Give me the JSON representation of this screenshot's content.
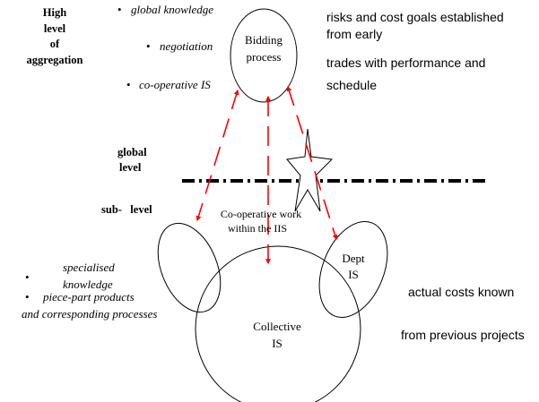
{
  "left_top": {
    "heading_lines": [
      "High",
      "level",
      "of",
      "aggregation"
    ],
    "bullet_glyph": "•",
    "bullets": [
      "global knowledge",
      "negotiation",
      "co-operative IS"
    ]
  },
  "right_top": {
    "lines": [
      "risks and cost goals established",
      "from early",
      "trades with performance and",
      "schedule"
    ]
  },
  "bidding": {
    "lines": [
      "Bidding",
      "process"
    ]
  },
  "global_level": {
    "lines": [
      "global",
      "level"
    ]
  },
  "sub_level": {
    "label": "sub-   level"
  },
  "coop_work": {
    "lines": [
      "Co-operative work",
      "within the IIS"
    ]
  },
  "dept": {
    "lines": [
      "Dept",
      "IS"
    ]
  },
  "collective": {
    "lines": [
      "Collective",
      "IS"
    ]
  },
  "left_bottom": {
    "bullet_glyph": "•",
    "bullets": [
      "specialised",
      "knowledge",
      "piece-part products",
      "and corresponding processes"
    ]
  },
  "right_bottom": {
    "lines": [
      "actual costs known",
      "from previous projects"
    ]
  },
  "colors": {
    "arrow": "#ff0000",
    "line": "#000000",
    "background": "#ffffff"
  }
}
